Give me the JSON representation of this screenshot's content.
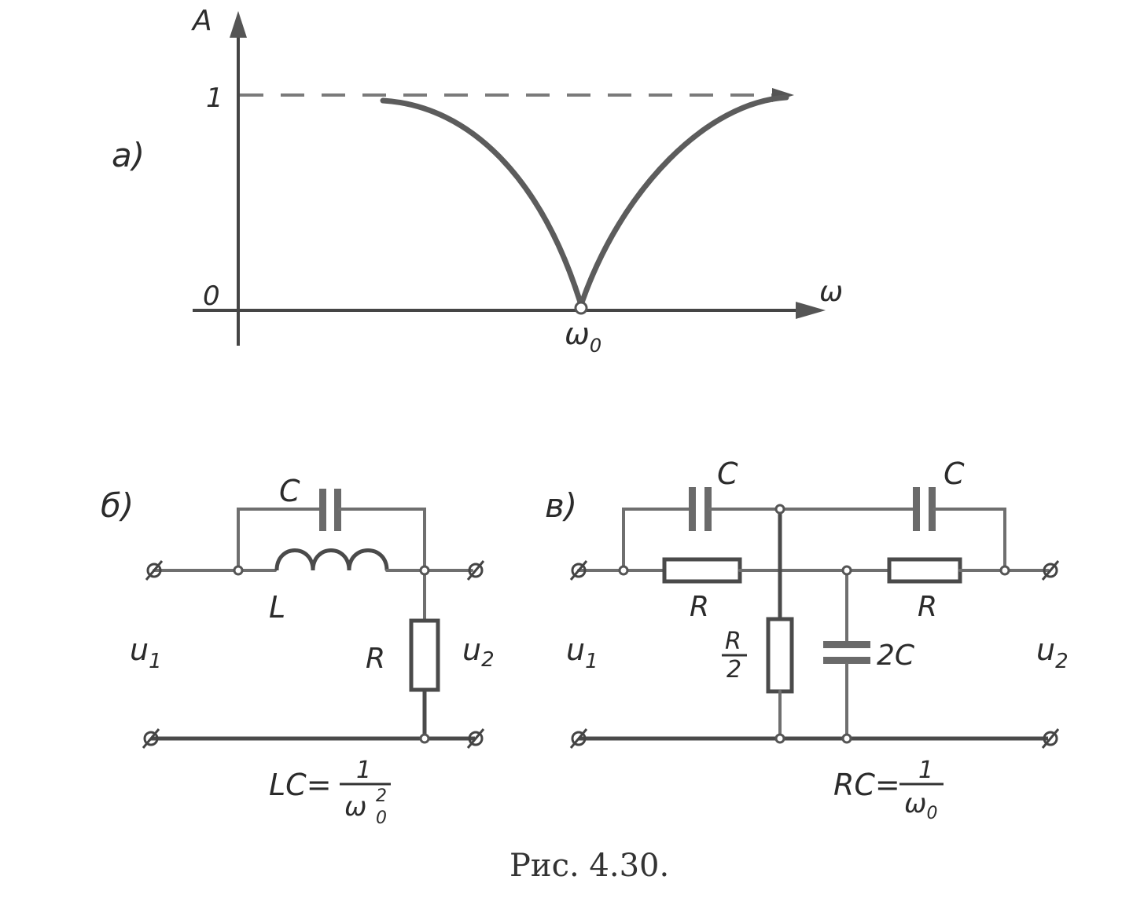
{
  "figure": {
    "caption": "Рис. 4.30."
  },
  "panel_a": {
    "label": "a)",
    "y_axis_label": "A",
    "y_tick_one": "1",
    "origin_label": "0",
    "x_axis_label": "ω",
    "omega0_label": "ω",
    "omega0_sub": "0"
  },
  "panel_b": {
    "label": "б)",
    "capacitor_label": "C",
    "inductor_label": "L",
    "resistor_label": "R",
    "u1_label": "u",
    "u1_sub": "1",
    "u2_label": "u",
    "u2_sub": "2",
    "formula_lhs": "LC=",
    "formula_num": "1",
    "formula_den": "ω",
    "formula_den_sup": "2",
    "formula_den_sub": "0"
  },
  "panel_v": {
    "label": "в)",
    "cap_left_label": "C",
    "cap_right_label": "C",
    "res_left_label": "R",
    "res_right_label": "R",
    "res_mid_num": "R",
    "res_mid_den": "2",
    "cap_mid_label": "2C",
    "u1_label": "u",
    "u1_sub": "1",
    "u2_label": "u",
    "u2_sub": "2",
    "formula_lhs": "RC=",
    "formula_num": "1",
    "formula_den": "ω",
    "formula_den_sub": "0"
  }
}
